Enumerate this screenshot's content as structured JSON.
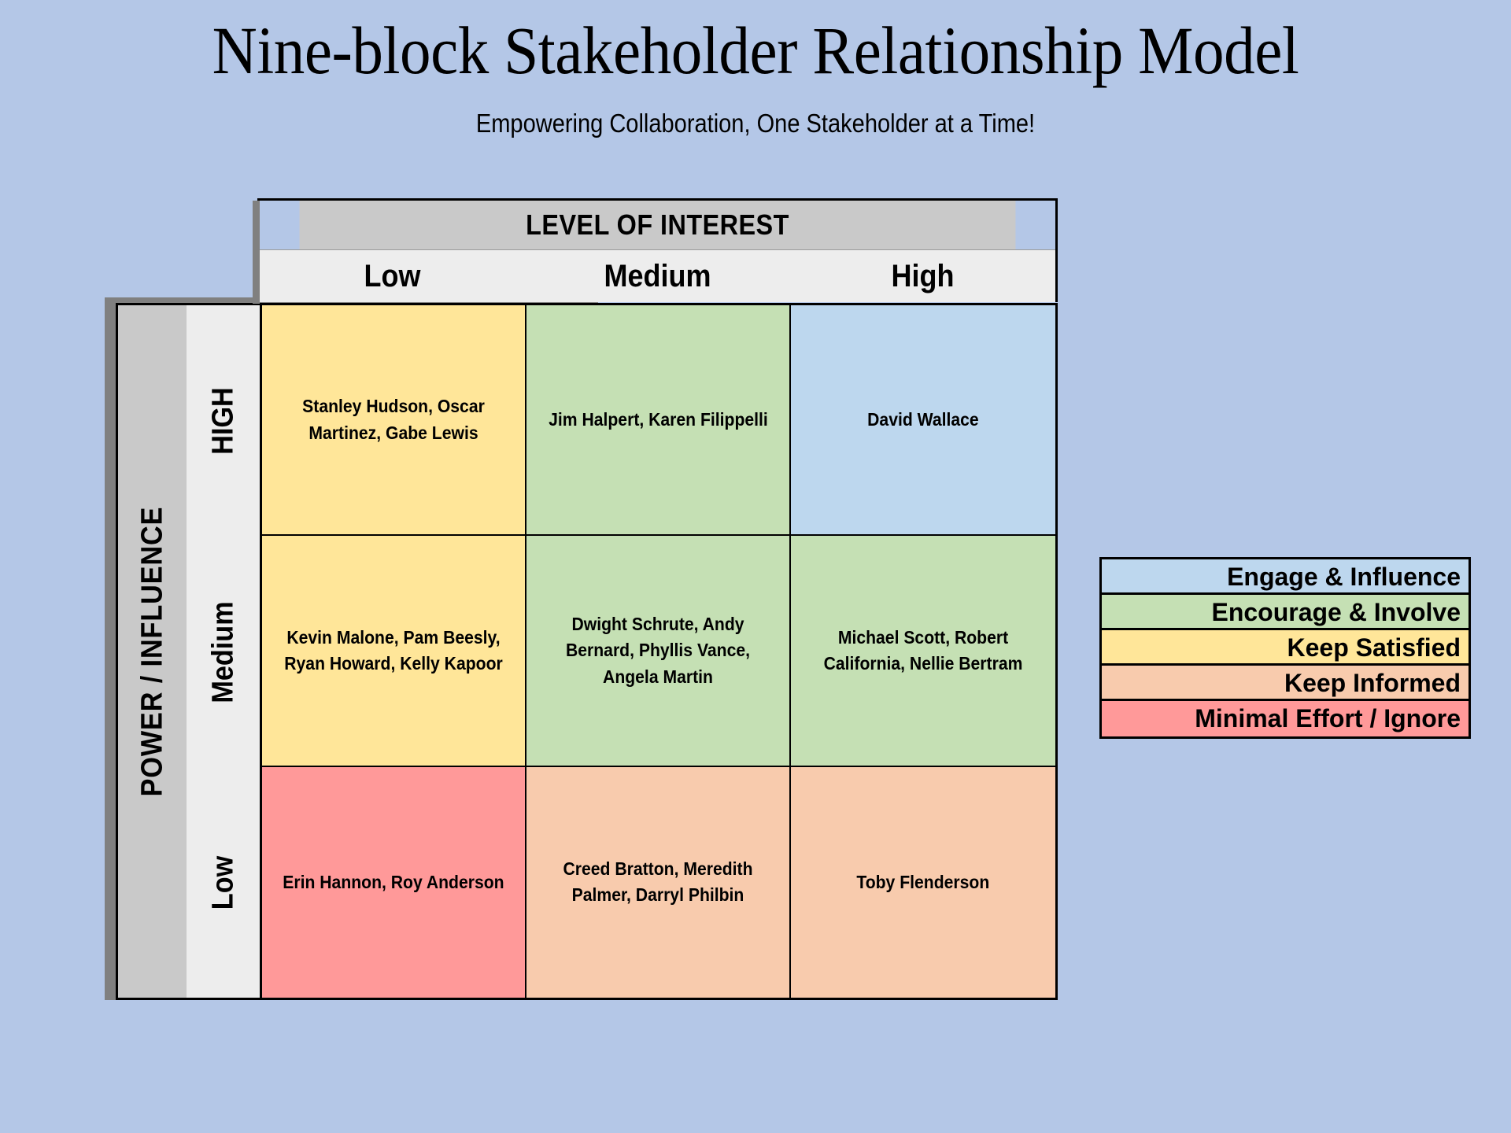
{
  "header": {
    "title": "Nine-block Stakeholder Relationship Model",
    "subtitle": "Empowering Collaboration, One Stakeholder at a Time!"
  },
  "matrix": {
    "x_axis_title": "LEVEL OF INTEREST",
    "x_levels": [
      "Low",
      "Medium",
      "High"
    ],
    "y_axis_title": "POWER / INFLUENCE",
    "y_levels": [
      "HIGH",
      "Medium",
      "Low"
    ],
    "cells": [
      {
        "row": "HIGH",
        "col": "Low",
        "category": "Keep Satisfied",
        "color": "#ffe699",
        "text": "Stanley Hudson, Oscar Martinez, Gabe Lewis"
      },
      {
        "row": "HIGH",
        "col": "Medium",
        "category": "Encourage & Involve",
        "color": "#c5e0b4",
        "text": "Jim Halpert, Karen Filippelli"
      },
      {
        "row": "HIGH",
        "col": "High",
        "category": "Engage & Influence",
        "color": "#bdd7ee",
        "text": "David Wallace"
      },
      {
        "row": "Medium",
        "col": "Low",
        "category": "Keep Satisfied",
        "color": "#ffe699",
        "text": "Kevin Malone, Pam Beesly, Ryan Howard, Kelly Kapoor"
      },
      {
        "row": "Medium",
        "col": "Medium",
        "category": "Encourage & Involve",
        "color": "#c5e0b4",
        "text": "Dwight Schrute, Andy Bernard, Phyllis Vance, Angela Martin"
      },
      {
        "row": "Medium",
        "col": "High",
        "category": "Encourage & Involve",
        "color": "#c5e0b4",
        "text": "Michael Scott, Robert California, Nellie Bertram"
      },
      {
        "row": "Low",
        "col": "Low",
        "category": "Minimal Effort / Ignore",
        "color": "#ff9999",
        "text": "Erin Hannon, Roy Anderson"
      },
      {
        "row": "Low",
        "col": "Medium",
        "category": "Keep Informed",
        "color": "#f8cbad",
        "text": "Creed Bratton, Meredith Palmer, Darryl Philbin"
      },
      {
        "row": "Low",
        "col": "High",
        "category": "Keep Informed",
        "color": "#f8cbad",
        "text": "Toby Flenderson"
      }
    ]
  },
  "legend": {
    "items": [
      {
        "label": "Engage & Influence",
        "color": "#bdd7ee"
      },
      {
        "label": "Encourage & Involve",
        "color": "#c5e0b4"
      },
      {
        "label": "Keep Satisfied",
        "color": "#ffe699"
      },
      {
        "label": "Keep Informed",
        "color": "#f8cbad"
      },
      {
        "label": "Minimal Effort / Ignore",
        "color": "#ff9999"
      }
    ]
  },
  "colors": {
    "background": "#b4c7e7",
    "axis_title_band": "#c9c9c9",
    "axis_level_band": "#ededed",
    "shadow": "#808080",
    "border": "#000000"
  }
}
